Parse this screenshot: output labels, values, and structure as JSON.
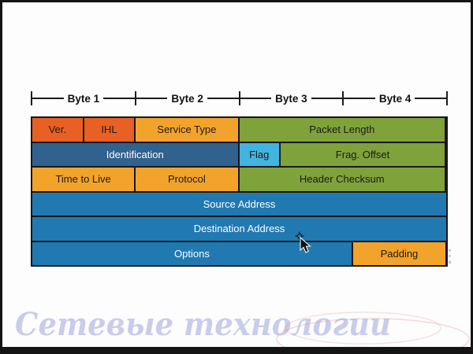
{
  "ruler": {
    "labels": [
      "Byte 1",
      "Byte 2",
      "Byte 3",
      "Byte 4"
    ]
  },
  "table": {
    "rows": [
      {
        "cells": [
          {
            "label": "Ver."
          },
          {
            "label": "IHL"
          },
          {
            "label": "Service Type"
          },
          {
            "label": "Packet Length"
          }
        ]
      },
      {
        "cells": [
          {
            "label": "Identification"
          },
          {
            "label": "Flag"
          },
          {
            "label": "Frag. Offset"
          }
        ]
      },
      {
        "cells": [
          {
            "label": "Time to Live"
          },
          {
            "label": "Protocol"
          },
          {
            "label": "Header Checksum"
          }
        ]
      },
      {
        "cells": [
          {
            "label": "Source Address"
          }
        ]
      },
      {
        "cells": [
          {
            "label": "Destination Address"
          }
        ]
      },
      {
        "cells": [
          {
            "label": "Options"
          },
          {
            "label": "Padding"
          }
        ]
      }
    ]
  },
  "watermark": {
    "text": "Сетевые технологии",
    "color": "#c9cdeb"
  },
  "palette": {
    "orange_red": "#E86023",
    "amber": "#F2A32B",
    "olive_green": "#7FA23B",
    "dark_blue": "#31618D",
    "blue": "#2179B2",
    "cyan": "#41B4E0",
    "border": "#171717",
    "frame": "#141414",
    "background": "#fdfdfd"
  },
  "cursor": {
    "shape": "arrow-with-move-glyph"
  }
}
